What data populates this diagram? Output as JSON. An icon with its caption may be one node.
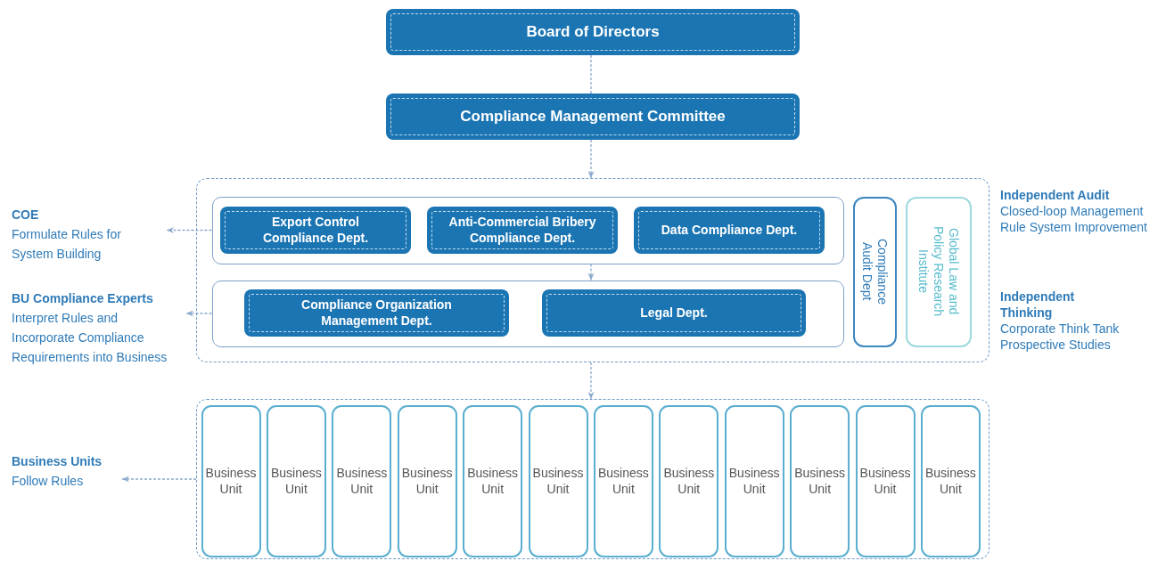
{
  "diagram": {
    "nodes": [
      {
        "text": [
          "Board of Directors"
        ]
      },
      {
        "text": [
          "Compliance Management Committee"
        ]
      },
      {
        "text": [],
        "shape": "box"
      },
      {
        "text": [],
        "shape": "box",
        "in": 2
      },
      {
        "text": [
          "Export Control Compliance Dept."
        ],
        "in": 3
      },
      {
        "text": [
          "Anti-Commercial Bribery Compliance Dept."
        ],
        "in": 3
      },
      {
        "text": [
          "Data Compliance Dept."
        ],
        "in": 3
      },
      {
        "text": [],
        "shape": "box",
        "in": 2
      },
      {
        "text": [
          "Compliance Organization Management Dept."
        ],
        "in": 7
      },
      {
        "text": [
          "Legal Dept."
        ],
        "in": 7
      },
      {
        "text": [
          "Compliance Audit Dept"
        ],
        "in": 2
      },
      {
        "text": [
          "Global Law and Policy Research Institute"
        ],
        "in": 2
      },
      {
        "text": [],
        "shape": "box"
      },
      {
        "text": [
          "Business Unit"
        ],
        "in": 12
      },
      {
        "text": [
          "Business Unit"
        ],
        "in": 12
      },
      {
        "text": [
          "Business Unit"
        ],
        "in": 12
      },
      {
        "text": [
          "Business Unit"
        ],
        "in": 12
      },
      {
        "text": [
          "Business Unit"
        ],
        "in": 12
      },
      {
        "text": [
          "Business Unit"
        ],
        "in": 12
      },
      {
        "text": [
          "Business Unit"
        ],
        "in": 12
      },
      {
        "text": [
          "Business Unit"
        ],
        "in": 12
      },
      {
        "text": [
          "Business Unit"
        ],
        "in": 12
      },
      {
        "text": [
          "Business Unit"
        ],
        "in": 12
      },
      {
        "text": [
          "Business Unit"
        ],
        "in": 12
      },
      {
        "text": [
          "Business Unit"
        ],
        "in": 12
      },
      {
        "text": [
          "COE",
          "Formulate Rules for System Building"
        ]
      },
      {
        "text": [
          "BU Compliance Experts",
          "Interpret Rules and Incorporate Compliance Requirements into Business"
        ]
      },
      {
        "text": [
          "Business Units",
          "Follow Rules"
        ]
      }
    ],
    "edges": [
      {
        "from": 0,
        "to": 1,
        "arrow": "none",
        "style": "dashed"
      },
      {
        "from": 1,
        "to": 2,
        "arrow": "to",
        "style": "dashed"
      },
      {
        "from": 3,
        "to": 7,
        "arrow": "to",
        "style": "dashed"
      },
      {
        "from": 2,
        "to": 12,
        "arrow": "to",
        "style": "dashed"
      },
      {
        "from": 3,
        "to": 25,
        "arrow": "to",
        "style": "dashed"
      },
      {
        "from": 7,
        "to": 26,
        "arrow": "to",
        "style": "dashed"
      },
      {
        "from": 12,
        "to": 27,
        "arrow": "to",
        "style": "dashed"
      }
    ],
    "labels": [
      "Independent Audit",
      "Closed-loop Management",
      "Rule System Improvement",
      "Independent Thinking",
      "Corporate Think Tank",
      "Prospective Studies"
    ]
  }
}
